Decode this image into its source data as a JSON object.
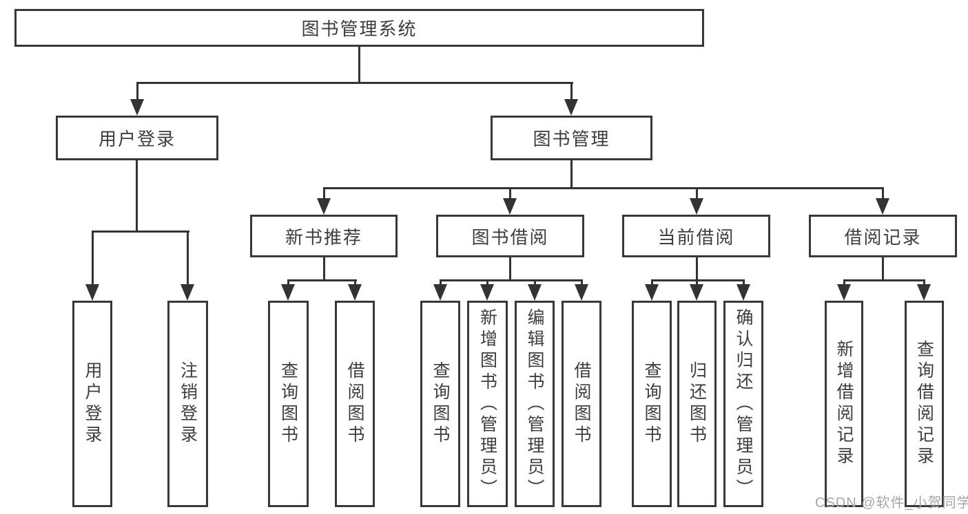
{
  "diagram": {
    "root": {
      "label": "图书管理系统"
    },
    "level2": [
      {
        "label": "用户登录"
      },
      {
        "label": "图书管理"
      }
    ],
    "level3": [
      {
        "label": "新书推荐",
        "parent": "图书管理"
      },
      {
        "label": "图书借阅",
        "parent": "图书管理"
      },
      {
        "label": "当前借阅",
        "parent": "图书管理"
      },
      {
        "label": "借阅记录",
        "parent": "图书管理"
      }
    ],
    "level4": [
      {
        "label": "用户登录",
        "parent": "用户登录"
      },
      {
        "label": "注销登录",
        "parent": "用户登录"
      },
      {
        "label": "查询图书",
        "parent": "新书推荐"
      },
      {
        "label": "借阅图书",
        "parent": "新书推荐"
      },
      {
        "label": "查询图书",
        "parent": "图书借阅"
      },
      {
        "label": "新增图书（管理员）",
        "parent": "图书借阅"
      },
      {
        "label": "编辑图书（管理员）",
        "parent": "图书借阅"
      },
      {
        "label": "借阅图书",
        "parent": "图书借阅"
      },
      {
        "label": "查询图书",
        "parent": "当前借阅"
      },
      {
        "label": "归还图书",
        "parent": "当前借阅"
      },
      {
        "label": "确认归还（管理员）",
        "parent": "当前借阅"
      },
      {
        "label": "新增借阅记录",
        "parent": "借阅记录"
      },
      {
        "label": "查询借阅记录",
        "parent": "借阅记录"
      }
    ]
  },
  "watermark": {
    "text": "CSDN @软件_小贺同学"
  },
  "colors": {
    "line": "#333333",
    "box_border": "#383838",
    "text": "#3d3d3d",
    "watermark": "#a6a6a6",
    "background": "#ffffff"
  }
}
